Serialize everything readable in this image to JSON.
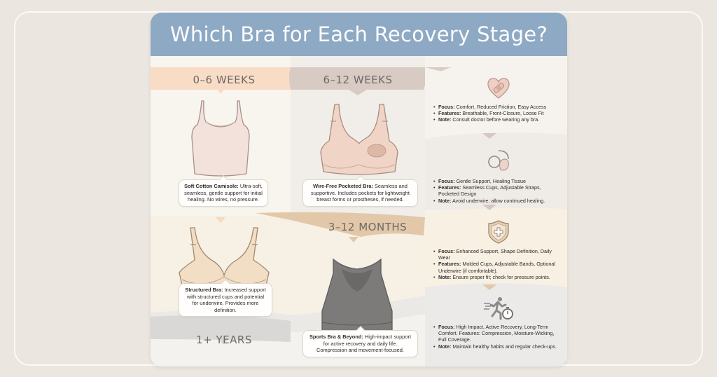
{
  "title": "Which Bra for Each Recovery Stage?",
  "colors": {
    "title_bar": "#8ea9c4",
    "stage1_band": "#f9dcc6",
    "stage2_band": "#d8cbc3",
    "stage3_band": "#e2c8a9",
    "stage4_band": "#d9d8d6",
    "page_background": "#ebe6df"
  },
  "stages": [
    {
      "label": "0–6 WEEKS",
      "garment": "Soft Cotton Camisole",
      "callout_title": "Soft Cotton Camisole:",
      "callout_text": "Ultra-soft, seamless, gentle support for initial healing. No wires, no pressure.",
      "icon": "heart-bandage-icon",
      "bullets": [
        {
          "label": "Focus:",
          "text": "Comfort, Reduced Friction, Easy Access"
        },
        {
          "label": "Features:",
          "text": "Breathable, Front-Closure, Loose Fit"
        },
        {
          "label": "Note:",
          "text": "Consult doctor before wearing any bra."
        }
      ]
    },
    {
      "label": "6–12 WEEKS",
      "garment": "Wire-Free Pocketed Bra",
      "callout_title": "Wire-Free Pocketed Bra:",
      "callout_text": "Seamless and supportive. Includes pockets for lightweight breast forms or prostheses, if needed.",
      "icon": "breast-form-icon",
      "bullets": [
        {
          "label": "Focus:",
          "text": "Gentle Support, Healing Tissue"
        },
        {
          "label": "Features:",
          "text": "Seamless Cups, Adjustable Straps, Pocketed Design"
        },
        {
          "label": "Note:",
          "text": "Avoid underwire; allow continued healing."
        }
      ]
    },
    {
      "label": "3–12 MONTHS",
      "garment": "Structured Bra",
      "callout_title": "Structured Bra:",
      "callout_text": "Increased support with structured cups and potential for underwire. Provides more definition.",
      "icon": "shield-plus-icon",
      "bullets": [
        {
          "label": "Focus:",
          "text": "Enhanced Support, Shape Definition, Daily Wear"
        },
        {
          "label": "Features:",
          "text": "Molded Cups, Adjustable Bands, Optional Underwire (if comfortable)."
        },
        {
          "label": "Note:",
          "text": "Ensure proper fit; check for pressure points."
        }
      ]
    },
    {
      "label": "1+ YEARS",
      "garment": "Sports Bra & Beyond",
      "callout_title": "Sports Bra & Beyond:",
      "callout_text": "High-impact support for active recovery and daily life. Compression and movement-focused.",
      "icon": "runner-stopwatch-icon",
      "bullets": [
        {
          "label": "Focus:",
          "text": "High Impact, Active Recovery, Long-Term Comfort. Features: Compression, Moisture-Wicking, Full Coverage."
        },
        {
          "label": "Note:",
          "text": "Maintain healthy habits and regular check-ups."
        }
      ]
    }
  ]
}
